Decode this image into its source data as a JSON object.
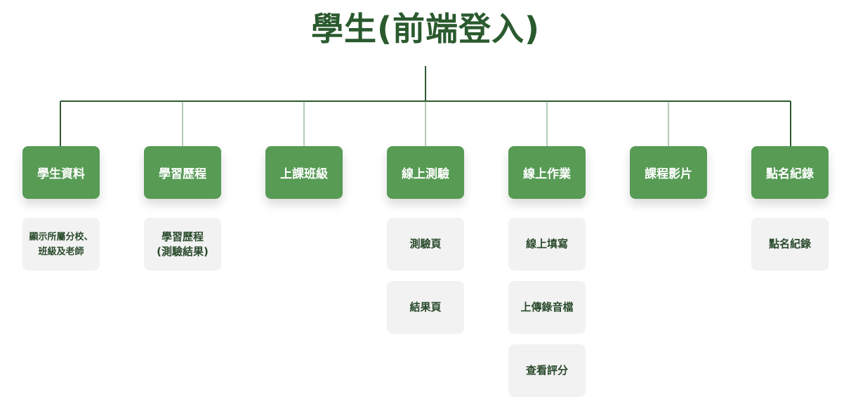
{
  "title": "學生(前端登入)",
  "colors": {
    "title": "#2a5a2e",
    "category_bg": "#579b55",
    "category_text": "#ffffff",
    "sub_bg": "#f2f2f2",
    "sub_text": "#2a4a2c",
    "connector": "#2d5a30"
  },
  "categories": [
    {
      "label": "學生資料",
      "children": [
        "顯示所屬分校、班級及老師"
      ]
    },
    {
      "label": "學習歷程",
      "children": [
        "學習歷程\n(測驗結果)"
      ]
    },
    {
      "label": "上課班級",
      "children": []
    },
    {
      "label": "線上測驗",
      "children": [
        "測驗頁",
        "結果頁"
      ]
    },
    {
      "label": "線上作業",
      "children": [
        "線上填寫",
        "上傳錄音檔",
        "查看評分"
      ]
    },
    {
      "label": "課程影片",
      "children": []
    },
    {
      "label": "點名紀錄",
      "children": [
        "點名紀錄"
      ]
    }
  ]
}
